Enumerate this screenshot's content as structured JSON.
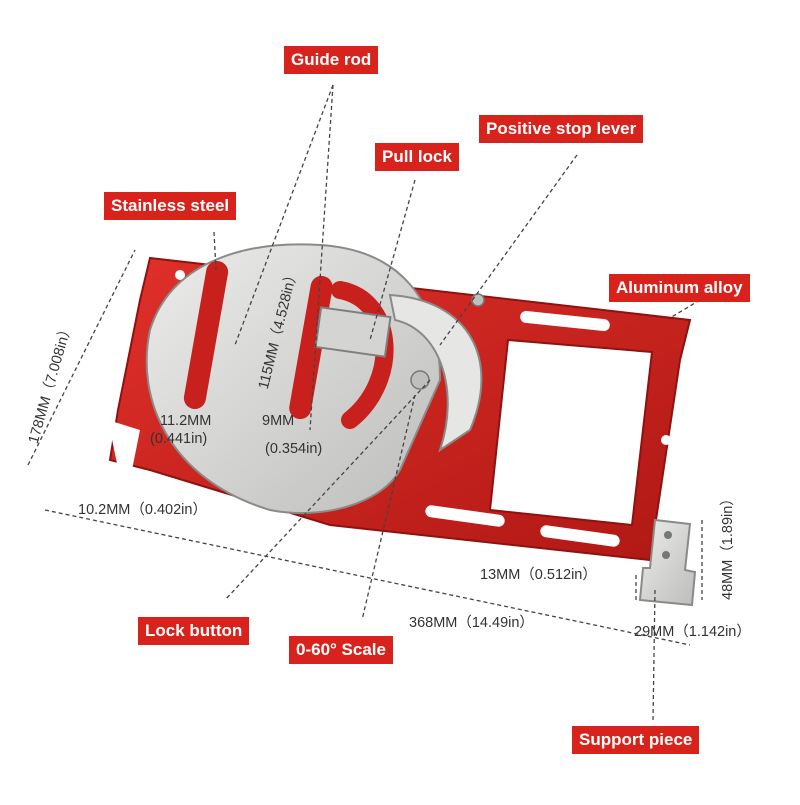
{
  "callouts": {
    "guide_rod": "Guide rod",
    "positive_stop_lever": "Positive stop lever",
    "pull_lock": "Pull lock",
    "stainless_steel": "Stainless steel",
    "aluminum_alloy": "Aluminum alloy",
    "lock_button": "Lock button",
    "scale": "0-60° Scale",
    "support_piece": "Support piece"
  },
  "dimensions": {
    "height_178": "178MM（7.008in）",
    "rod_115": "115MM（4.528in）",
    "width_11_2_mm": "11.2MM",
    "width_11_2_in": "(0.441in)",
    "width_9_mm": "9MM",
    "width_9_in": "(0.354in)",
    "notch_10_2": "10.2MM（0.402in）",
    "piece_13": "13MM（0.512in）",
    "piece_48": "48MM（1.89in）",
    "length_368": "368MM（14.49in）",
    "piece_29": "29MM（1.142in）"
  },
  "colors": {
    "callout_bg": "#d8231c",
    "aluminum_red": "#c8201d",
    "steel": "#d9d9d7"
  }
}
